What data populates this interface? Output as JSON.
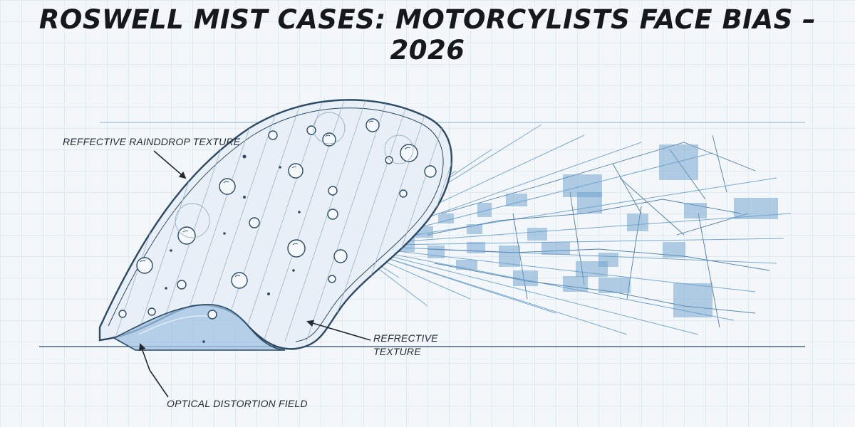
{
  "title": "ROSWELL MIST CASES: MOTORCYLISTS FACE BIAS – 2026",
  "labels": {
    "raindrop_texture": "REFFECTIVE RAINDDROP TEXTURE",
    "refractive_texture_line1": "REFRECTIVE",
    "refractive_texture_line2": "TEXTURE",
    "optical_distortion": "OPTICAL DISTORTION FIELD"
  },
  "colors": {
    "outline": "#2b4a66",
    "accent": "#6aa0cc",
    "shade": "#9fc2e0",
    "title": "#15181d"
  }
}
